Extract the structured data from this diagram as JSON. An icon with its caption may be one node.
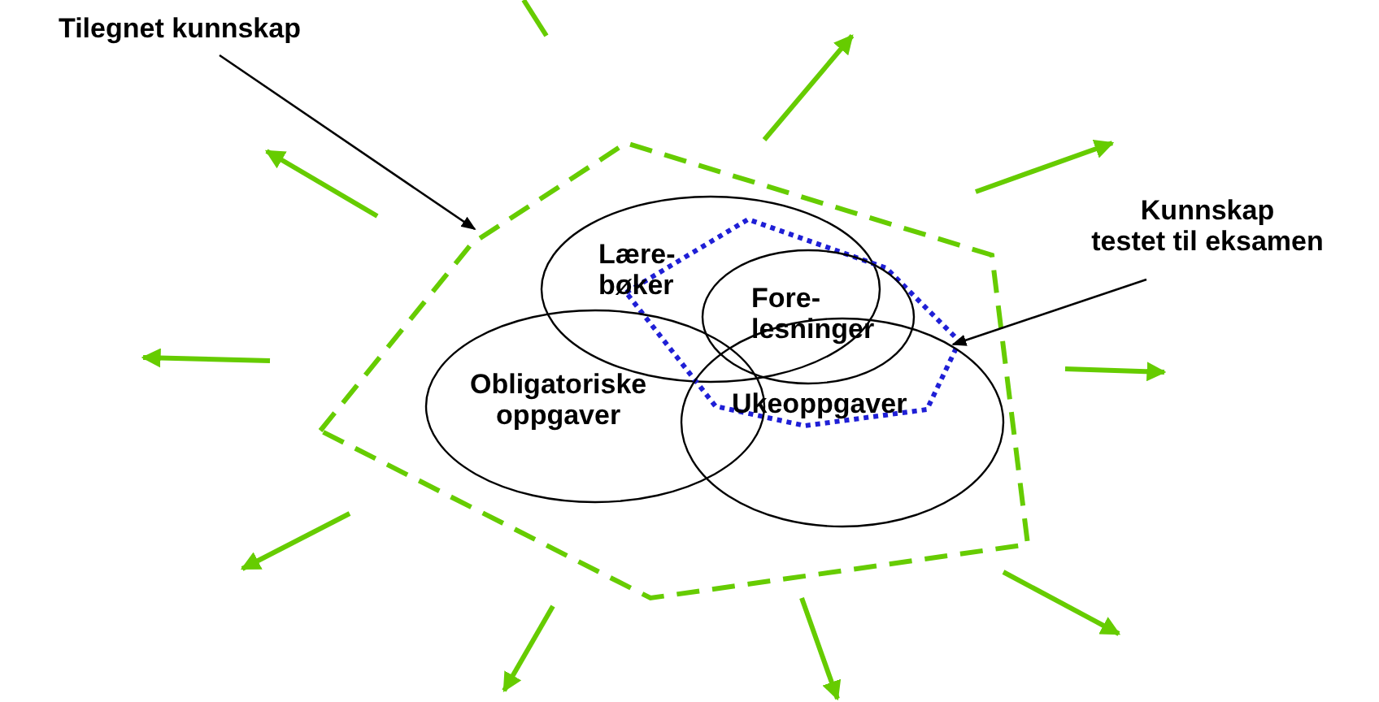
{
  "diagram": {
    "nodes": [
      {
        "text": [
          "Tilegnet kunnskap"
        ]
      },
      {
        "text": [],
        "shape": "polygon"
      },
      {
        "text": [
          "Kunnskap testet til eksamen"
        ]
      },
      {
        "text": [
          "Lære- bøker"
        ],
        "in": 1
      },
      {
        "text": [],
        "shape": "polygon",
        "in": 1
      },
      {
        "text": [
          "Fore- lesninger"
        ],
        "in": 4
      },
      {
        "text": [
          "Obligatoriske oppgaver"
        ],
        "in": 1
      },
      {
        "text": [
          "Ukeoppgaver"
        ],
        "in": 1
      }
    ],
    "edges": [
      {
        "from": 0,
        "to": 1,
        "arrow": "to"
      },
      {
        "from": 2,
        "to": 4,
        "arrow": "to"
      }
    ]
  }
}
